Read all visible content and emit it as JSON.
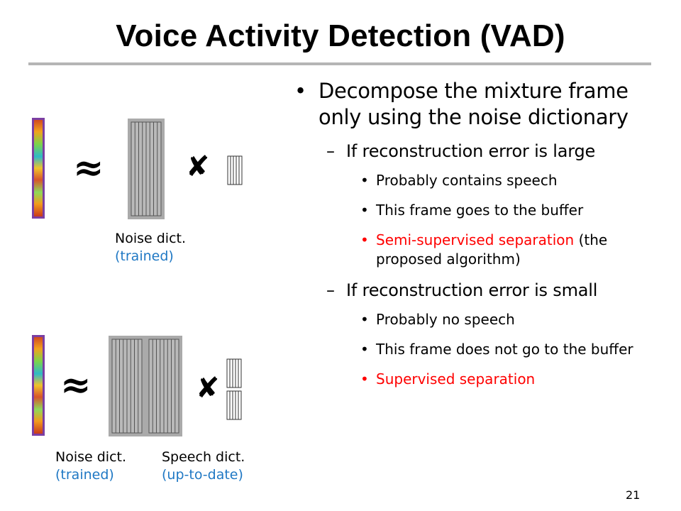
{
  "title": "Voice Activity Detection (VAD)",
  "page_number": "21",
  "bullets": [
    {
      "level": 1,
      "text": "Decompose the mixture frame only using the noise dictionary",
      "color": "#000000"
    },
    {
      "level": 2,
      "text": "If reconstruction error is large",
      "color": "#000000"
    },
    {
      "level": 3,
      "text": "Probably contains speech",
      "color": "#000000"
    },
    {
      "level": 3,
      "text": "This frame goes to the buffer",
      "color": "#000000"
    },
    {
      "level": 3,
      "text": "Semi-supervised separation",
      "text_suffix": " (the proposed algorithm)",
      "color": "#ff0000"
    },
    {
      "level": 2,
      "text": "If reconstruction error is small",
      "color": "#000000"
    },
    {
      "level": 3,
      "text": "Probably no speech",
      "color": "#000000"
    },
    {
      "level": 3,
      "text": "This frame does not go to the buffer",
      "color": "#000000"
    },
    {
      "level": 3,
      "text": "Supervised separation",
      "color": "#ff0000"
    }
  ],
  "markers": {
    "l1": "•",
    "l2": "–",
    "l3": "•"
  },
  "figure_top": {
    "approx_symbol": "≈",
    "times_symbol": "✘",
    "dict_label": "Noise dict.",
    "dict_sublabel": "(trained)"
  },
  "figure_bottom": {
    "approx_symbol": "≈",
    "times_symbol": "✘",
    "noise_label": "Noise dict.",
    "noise_sublabel": "(trained)",
    "speech_label": "Speech dict.",
    "speech_sublabel": "(up-to-date)"
  },
  "colors": {
    "accent_red": "#ff0000",
    "sublabel_blue": "#1f78c4",
    "dict_gray": "#aaaaaa",
    "frame_purple": "#7b3fa3"
  }
}
